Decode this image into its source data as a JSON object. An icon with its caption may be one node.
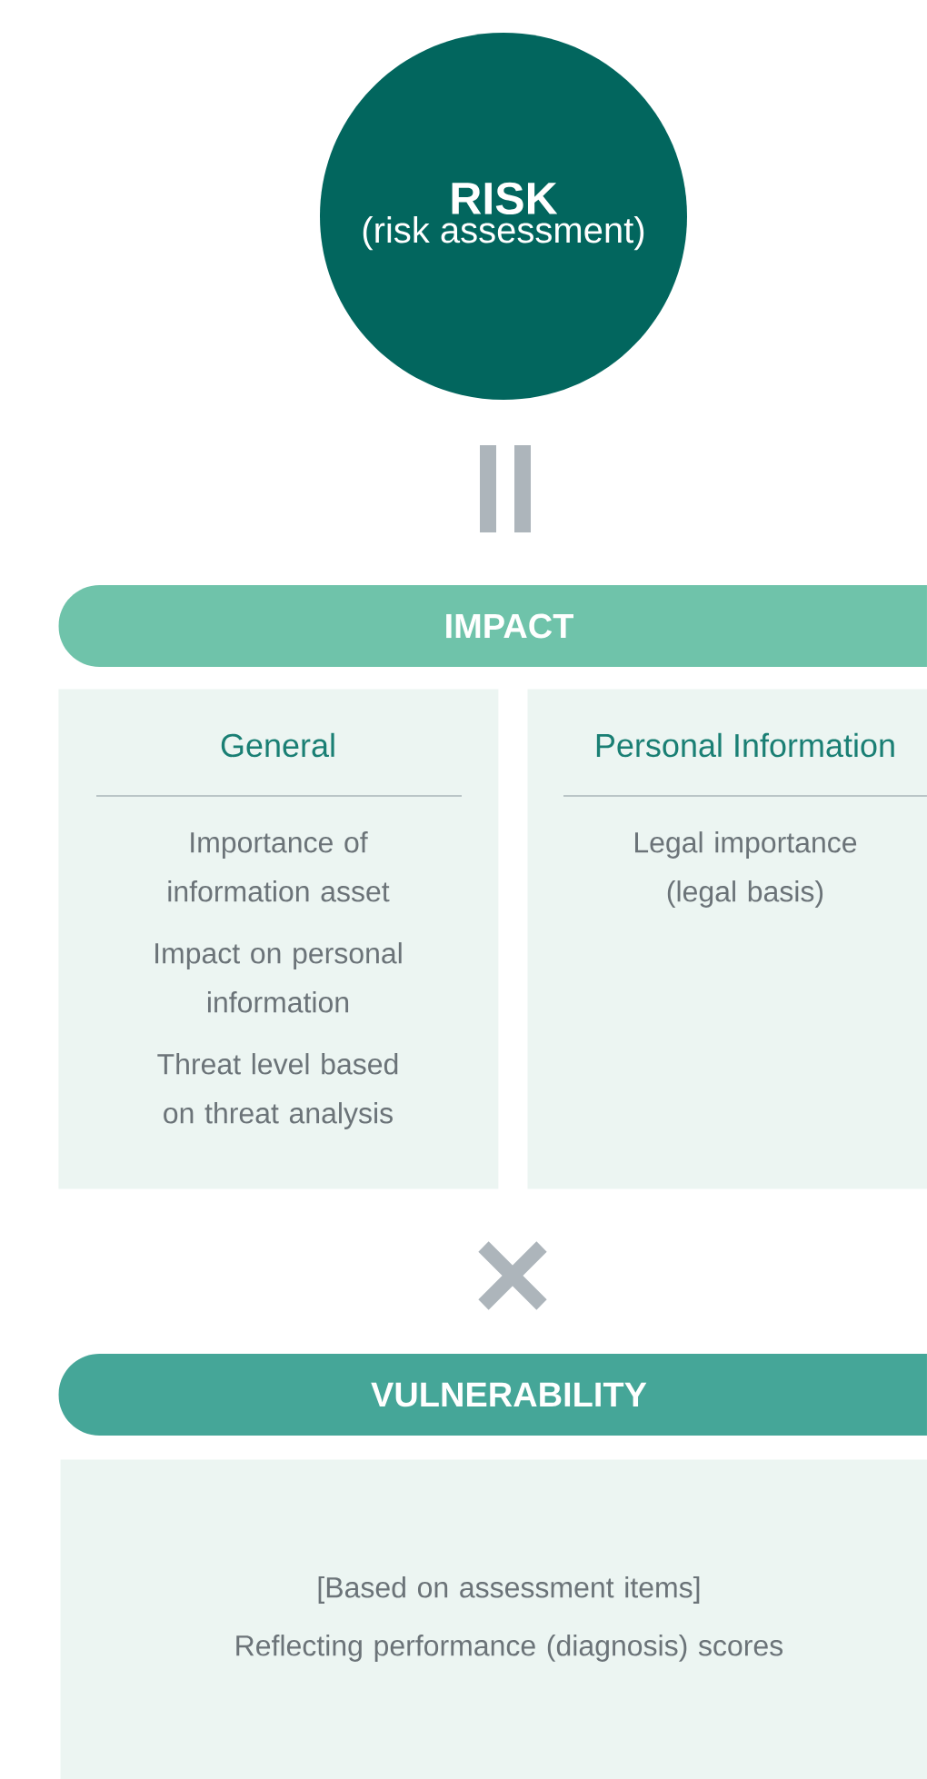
{
  "diagram": {
    "nodes": [
      {
        "text": [
          "RISK",
          "(risk assessment)"
        ]
      },
      {
        "text": [
          "IMPACT"
        ]
      },
      {
        "text": [
          "General",
          "Importance of information asset",
          "Impact on personal information",
          "Threat level based on threat analysis"
        ]
      },
      {
        "text": [
          "Personal Information",
          "Legal importance (legal basis)"
        ]
      },
      {
        "text": [
          "VULNERABILITY"
        ]
      },
      {
        "text": [
          "[Based on assessment items]",
          "Reflecting performance (diagnosis) scores"
        ]
      }
    ]
  }
}
